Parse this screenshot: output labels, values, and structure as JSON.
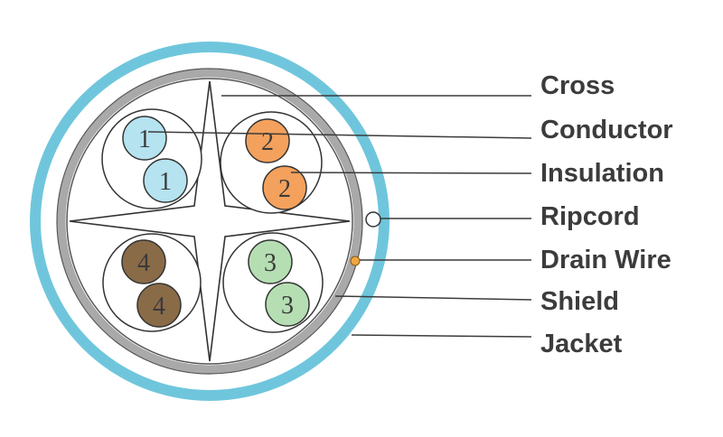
{
  "labels": {
    "cross": "Cross",
    "conductor": "Conductor",
    "insulation": "Insulation",
    "ripcord": "Ripcord",
    "drain_wire": "Drain Wire",
    "shield": "Shield",
    "jacket": "Jacket"
  },
  "pairs": [
    {
      "number": "1",
      "color": "#b5e3ef"
    },
    {
      "number": "2",
      "color": "#f3a15d"
    },
    {
      "number": "3",
      "color": "#b5dfb3"
    },
    {
      "number": "4",
      "color": "#8a6b48"
    }
  ],
  "colors": {
    "jacket": "#6fc6dc",
    "shield": "#a9a9a9",
    "drain_wire": "#f0a640",
    "line": "#3c3c3c"
  }
}
